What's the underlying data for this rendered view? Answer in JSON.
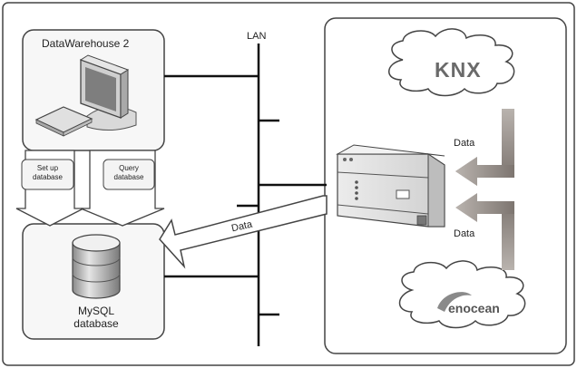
{
  "labels": {
    "datawarehouse": "DataWarehouse 2",
    "lan": "LAN",
    "setup_line1": "Set up",
    "setup_line2": "database",
    "query_line1": "Query",
    "query_line2": "database",
    "mysql_line1": "MySQL",
    "mysql_line2": "database",
    "data_main": "Data",
    "data_top": "Data",
    "data_bottom": "Data",
    "knx_logo": "KNX",
    "enocean_logo": "enocean"
  },
  "colors": {
    "panel_border": "#444444",
    "panel_fill": "#f7f7f7",
    "arrow_gray": "#8c8580",
    "arrow_gray_dark": "#6f6863",
    "cloud_fill": "#ffffff",
    "lan_line": "#111111"
  },
  "icons": [
    "computer-icon",
    "database-icon",
    "gateway-device-icon",
    "knx-cloud-icon",
    "enocean-cloud-icon"
  ]
}
